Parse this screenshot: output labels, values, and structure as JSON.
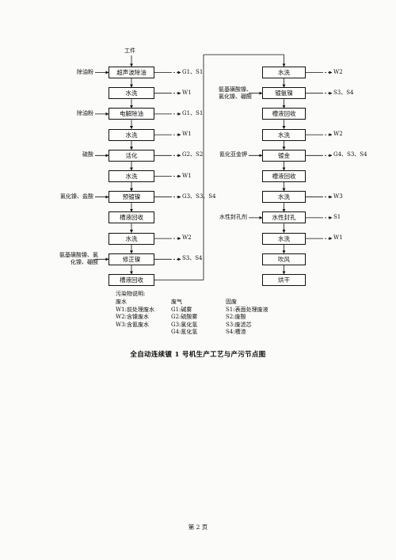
{
  "input_label": "工件",
  "left_steps": [
    {
      "name": "超声波除油",
      "input": "除油粉",
      "output": "G1、S1"
    },
    {
      "name": "水洗",
      "input": "",
      "output": "W1"
    },
    {
      "name": "电解除油",
      "input": "除油粉",
      "output": "G1、S1"
    },
    {
      "name": "水洗",
      "input": "",
      "output": "W1"
    },
    {
      "name": "活化",
      "input": "硫酸",
      "output": "G2、S2"
    },
    {
      "name": "水洗",
      "input": "",
      "output": "W1"
    },
    {
      "name": "预镀镍",
      "input": "氯化镍、盐酸",
      "output": "G3、S3、S4"
    },
    {
      "name": "槽液回收",
      "input": "",
      "output": ""
    },
    {
      "name": "水洗",
      "input": "",
      "output": "W2"
    },
    {
      "name": "修正镍",
      "input": "氨基磺酸镍、氯化镍、硼酸",
      "output": "S3、S4"
    },
    {
      "name": "槽液回收",
      "input": "",
      "output": ""
    }
  ],
  "right_steps": [
    {
      "name": "水洗",
      "input": "",
      "output": "W2"
    },
    {
      "name": "镀氨镍",
      "input": "氨基磺酸镍、氯化镍、硼酸",
      "output": "S3、S4"
    },
    {
      "name": "槽液回收",
      "input": "",
      "output": ""
    },
    {
      "name": "水洗",
      "input": "",
      "output": "W2"
    },
    {
      "name": "镀金",
      "input": "氰化亚金钾",
      "output": "G4、S3、S4"
    },
    {
      "name": "槽液回收",
      "input": "",
      "output": ""
    },
    {
      "name": "水洗",
      "input": "",
      "output": "W3"
    },
    {
      "name": "水性封孔",
      "input": "水性封孔剂",
      "output": "S1"
    },
    {
      "name": "水洗",
      "input": "",
      "output": "W1"
    },
    {
      "name": "吹风",
      "input": "",
      "output": ""
    },
    {
      "name": "烘干",
      "input": "",
      "output": ""
    }
  ],
  "legend": {
    "heading": "污染物说明:",
    "columns": [
      {
        "title": "废水",
        "items": [
          "W1:前处理废水",
          "W2:含镍废水",
          "W3:含氰废水"
        ]
      },
      {
        "title": "废气",
        "items": [
          "G1:碱雾",
          "G2:硫酸雾",
          "G3:氯化氢",
          "G4:氰化氢"
        ]
      },
      {
        "title": "固废",
        "items": [
          "S1:表面处理废液",
          "S2:废酸",
          "S3:废滤芯",
          "S4:槽渣"
        ]
      }
    ]
  },
  "title": "全自动连续镀 1 号机生产工艺与产污节点图",
  "page_number": "第 2 页"
}
